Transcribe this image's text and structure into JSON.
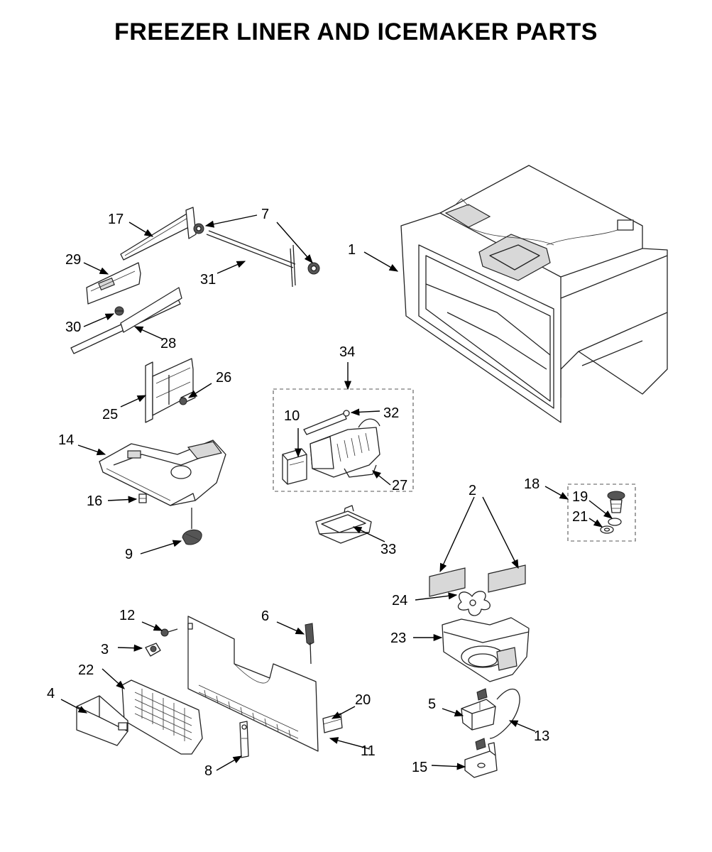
{
  "title": "FREEZER LINER AND ICEMAKER PARTS",
  "callouts": [
    "1",
    "2",
    "3",
    "4",
    "5",
    "6",
    "7",
    "8",
    "9",
    "10",
    "11",
    "12",
    "13",
    "14",
    "15",
    "16",
    "17",
    "18",
    "19",
    "20",
    "21",
    "22",
    "23",
    "24",
    "25",
    "26",
    "27",
    "28",
    "29",
    "30",
    "31",
    "32",
    "33",
    "34"
  ]
}
